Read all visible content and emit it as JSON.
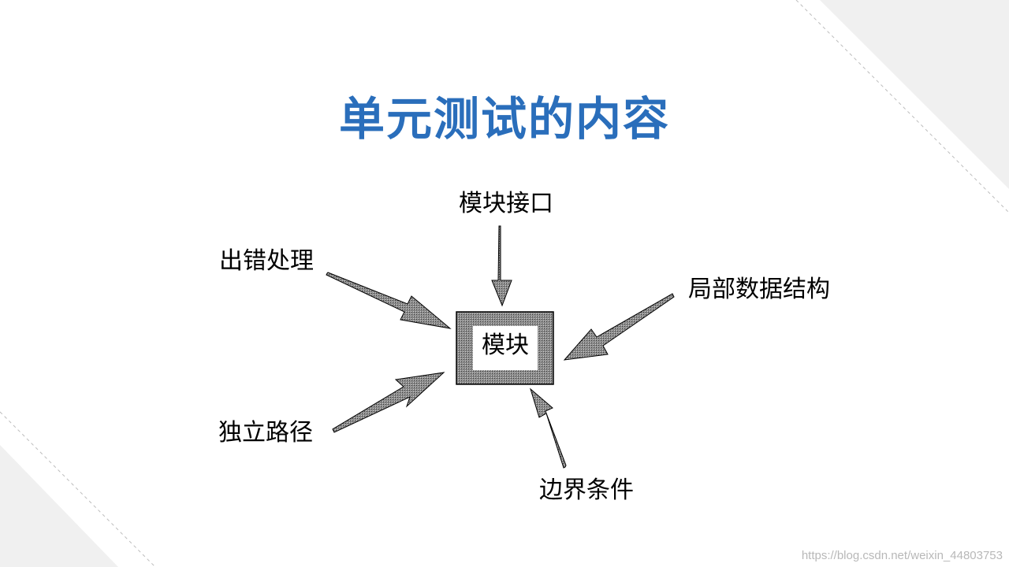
{
  "slide": {
    "title": "单元测试的内容",
    "title_color": "#2a6ebb",
    "watermark": "https://blog.csdn.net/weixin_44803753"
  },
  "diagram": {
    "center": "模块",
    "labels": {
      "top": "模块接口",
      "upper_left": "出错处理",
      "upper_right": "局部数据结构",
      "lower_left": "独立路径",
      "bottom": "边界条件"
    }
  }
}
